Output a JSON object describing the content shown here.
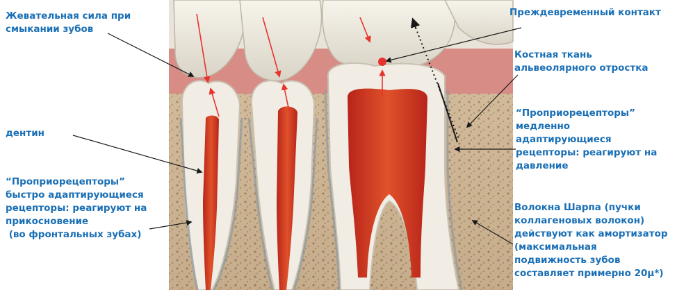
{
  "labels": {
    "chewing_force": "Жевательная сила при\nсмыкании зубов",
    "premature_contact": "Преждевременный контакт",
    "bone_tissue": "Костная ткань\nальвеолярного отростка",
    "slow_receptors": "“Проприорецепторы”\nмедленно\nадаптирующиеся\nрецепторы: реагируют на\nдавление",
    "dentin": "дентин",
    "fast_receptors": "“Проприорецепторы”\nбыстро адаптирующиеся\nрецепторы: реагируют на\nприкосновение\n (во фронтальных зубах)",
    "sharpey_fibers": "Волокна Шарпа (пучки\nколлагеновых волокон)\nдействуют как амортизатор\n(максимальная\nподвижность зубов\nсоставляет примерно 20μ*)"
  },
  "colors": {
    "label_text": "#1a6fb5",
    "force_arrow": "#e8322d",
    "pointer_line": "#1a1a1a",
    "contact_point": "#e8322d"
  }
}
